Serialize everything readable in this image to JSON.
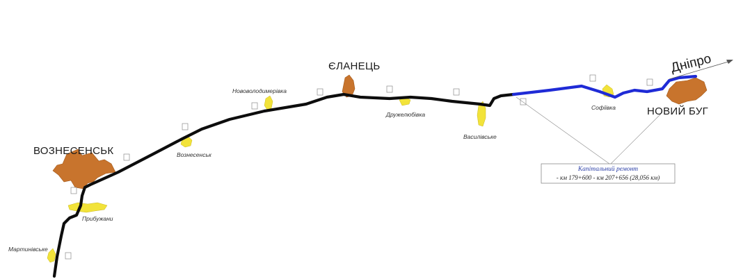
{
  "colors": {
    "road_existing": "#0d0d0d",
    "road_repair": "#1f2bd6",
    "city_fill": "#c8742d",
    "village_fill": "#f2e33a",
    "leader_line": "#8a8a8a",
    "box_border": "#7a7a7a"
  },
  "cities": {
    "voznesensk": "ВОЗНЕСЕНСЬК",
    "yelanets": "ЄЛАНЕЦЬ",
    "novyi_buh": "НОВИЙ БУГ"
  },
  "river": {
    "dnipro": "Дніпро"
  },
  "villages": {
    "novovolodymyrivka": "Нововолодимерівка",
    "voznesenske": "Вознесенськ",
    "druzhelyubivka": "Дружелюбівка",
    "vasylivske": "Василівське",
    "sofiivka": "Софіївка",
    "prybuzhany": "Прибужани",
    "martynivske": "Мартинівське"
  },
  "repair_note": {
    "title": "Капітальний ремонт",
    "range": "- км 179+600 - км 207+656 (28,056 км)"
  }
}
